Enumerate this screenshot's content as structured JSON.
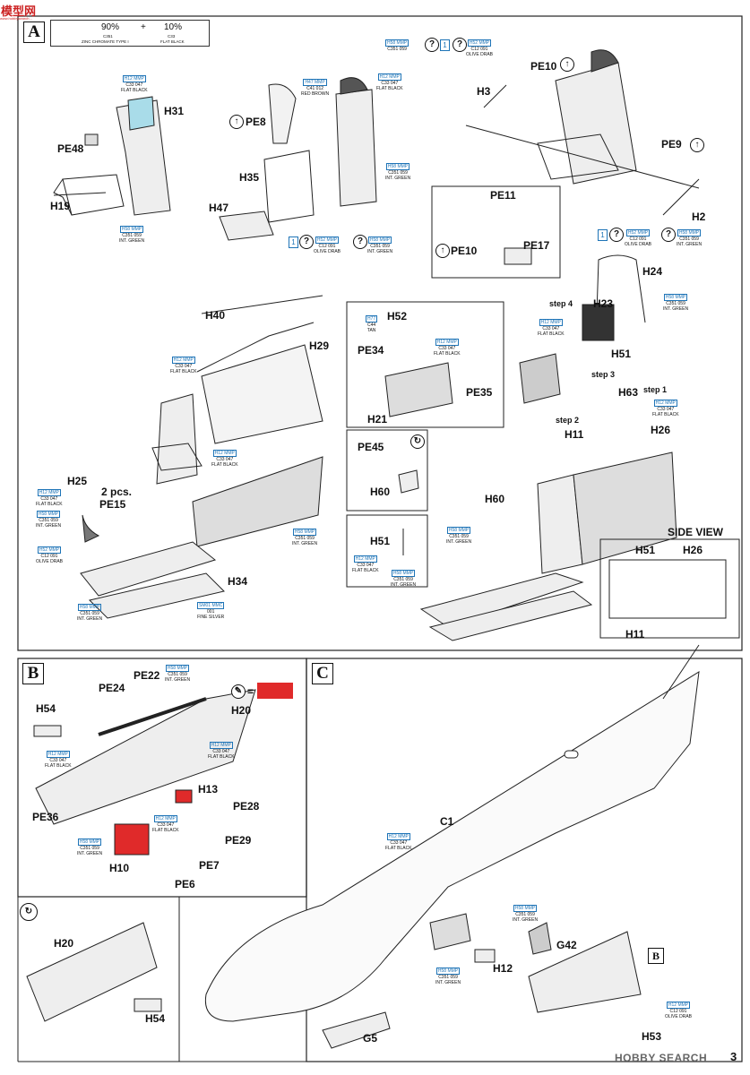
{
  "header": {
    "watermark": "模型网",
    "watermark_sub": "www.hobbysearch...",
    "legend": {
      "pct1": "90%",
      "plus": "+",
      "pct2": "10%",
      "code1": "C351",
      "name1": "ZINC CHROMATE TYPE I",
      "code2": "C33",
      "name2": "FLAT BLACK"
    }
  },
  "sections": {
    "a": "A",
    "b": "B",
    "c": "C",
    "c_ref_b": "B"
  },
  "parts": {
    "H31": "H31",
    "PE48": "PE48",
    "H19": "H19",
    "PE8": "PE8",
    "H35": "H35",
    "H47": "H47",
    "H3": "H3",
    "PE10a": "PE10",
    "PE9": "PE9",
    "H2": "H2",
    "PE11": "PE11",
    "PE10b": "PE10",
    "PE17": "PE17",
    "H24": "H24",
    "H40": "H40",
    "H29": "H29",
    "H52": "H52",
    "PE34": "PE34",
    "PE35": "PE35",
    "H21": "H21",
    "step4": "step 4",
    "H23": "H23",
    "H51a": "H51",
    "step3": "step 3",
    "H63": "H63",
    "step1": "step 1",
    "step2": "step 2",
    "H11a": "H11",
    "H26a": "H26",
    "PE45": "PE45",
    "H60a": "H60",
    "H60b": "H60",
    "H51b": "H51",
    "H25": "H25",
    "pcs": "2 pcs.",
    "PE15": "PE15",
    "H34": "H34",
    "side_view": "SIDE VIEW",
    "H51c": "H51",
    "H26b": "H26",
    "H11b": "H11",
    "PE22": "PE22",
    "PE24": "PE24",
    "H54a": "H54",
    "H20a": "H20",
    "PE36": "PE36",
    "H13": "H13",
    "PE28": "PE28",
    "PE29": "PE29",
    "H10": "H10",
    "PE7": "PE7",
    "PE6": "PE6",
    "H20b": "H20",
    "H54b": "H54",
    "C1": "C1",
    "G42": "G42",
    "H12": "H12",
    "G5": "G5",
    "H53": "H53"
  },
  "paints": [
    {
      "key": "p1",
      "code": "H12 MMP",
      "sub": "C33  047",
      "name": "FLAT BLACK"
    },
    {
      "key": "p2",
      "code": "H58 MMP",
      "sub": "C351  059",
      "name": "INT. GREEN"
    },
    {
      "key": "p3",
      "code": "H47 MMP",
      "sub": "C41  012",
      "name": "RED BROWN"
    },
    {
      "key": "p4",
      "code": "H12 MMP",
      "sub": "C33  047",
      "name": "FLAT BLACK"
    },
    {
      "key": "p5",
      "code": "H58 MMP",
      "sub": "C351  059",
      "name": "INT. GREEN"
    },
    {
      "key": "p6",
      "code": "H58 MMP",
      "sub": "C351  059",
      "name": ""
    },
    {
      "key": "p7",
      "code": "H52 MMP",
      "sub": "C12  091",
      "name": "OLIVE DRAB"
    },
    {
      "key": "p8",
      "code": "H52 MMP",
      "sub": "C12  091",
      "name": "OLIVE DRAB"
    },
    {
      "key": "p9",
      "code": "H58 MMP",
      "sub": "C351  059",
      "name": "INT. GREEN"
    },
    {
      "key": "p10",
      "code": "H52 MMP",
      "sub": "C12  091",
      "name": "OLIVE DRAB"
    },
    {
      "key": "p11",
      "code": "H58 MMP",
      "sub": "C351  059",
      "name": "INT. GREEN"
    },
    {
      "key": "p12",
      "code": "H58 MMP",
      "sub": "C351  059",
      "name": "INT. GREEN"
    },
    {
      "key": "p13",
      "code": "H12 MMP",
      "sub": "C33  047",
      "name": "FLAT BLACK"
    },
    {
      "key": "p14",
      "code": "H77",
      "sub": "C44",
      "name": "TAN"
    },
    {
      "key": "p15",
      "code": "H12 MMP",
      "sub": "C33  047",
      "name": "FLAT BLACK"
    },
    {
      "key": "p16",
      "code": "H12 MMP",
      "sub": "C33  047",
      "name": "FLAT BLACK"
    },
    {
      "key": "p17",
      "code": "H12 MMP",
      "sub": "C33  047",
      "name": "FLAT BLACK"
    },
    {
      "key": "p18",
      "code": "H12 MMP",
      "sub": "C33  047",
      "name": "FLAT BLACK"
    },
    {
      "key": "p19",
      "code": "H12 MMP",
      "sub": "C33  047",
      "name": "FLAT BLACK"
    },
    {
      "key": "p20",
      "code": "H58 MMP",
      "sub": "C351  059",
      "name": "INT. GREEN"
    },
    {
      "key": "p21",
      "code": "H58 MMP",
      "sub": "C351  059",
      "name": "INT. GREEN"
    },
    {
      "key": "p22",
      "code": "H52 MMP",
      "sub": "C12  091",
      "name": "OLIVE DRAB"
    },
    {
      "key": "p23",
      "code": "H58 MMP",
      "sub": "C351  059",
      "name": "INT. GREEN"
    },
    {
      "key": "p24",
      "code": "H58 MMP",
      "sub": "C351  059",
      "name": "INT. GREEN"
    },
    {
      "key": "p25",
      "code": "H12 MMP",
      "sub": "C33  047",
      "name": "FLAT BLACK"
    },
    {
      "key": "p26",
      "code": "H58 MMP",
      "sub": "C351  059",
      "name": "INT. GREEN"
    },
    {
      "key": "p27",
      "code": "H12 MMP",
      "sub": "C33  047",
      "name": "FLAT BLACK"
    },
    {
      "key": "p28",
      "code": "SM01 MMC",
      "sub": "001",
      "name": "FINE SILVER"
    },
    {
      "key": "p29",
      "code": "H58 MMP",
      "sub": "C351  059",
      "name": "INT. GREEN"
    },
    {
      "key": "p30",
      "code": "H12 MMP",
      "sub": "C33  047",
      "name": "FLAT BLACK"
    },
    {
      "key": "p31",
      "code": "H12 MMP",
      "sub": "C33  047",
      "name": "FLAT BLACK"
    },
    {
      "key": "p32",
      "code": "H12 MMP",
      "sub": "C33  047",
      "name": "FLAT BLACK"
    },
    {
      "key": "p33",
      "code": "H58 MMP",
      "sub": "C351  059",
      "name": "INT. GREEN"
    },
    {
      "key": "p34",
      "code": "H58 MMP",
      "sub": "C351  059",
      "name": "INT. GREEN"
    },
    {
      "key": "p35",
      "code": "H58 MMP",
      "sub": "C351  059",
      "name": "INT. GREEN"
    },
    {
      "key": "p36",
      "code": "H12 MMP",
      "sub": "C12  091",
      "name": "OLIVE DRAB"
    }
  ],
  "footer": {
    "site": "HOBBY SEARCH",
    "page": "3"
  },
  "colors": {
    "paint_code": "#1e74b7",
    "red_part": "#e02a2a",
    "line": "#222222"
  }
}
